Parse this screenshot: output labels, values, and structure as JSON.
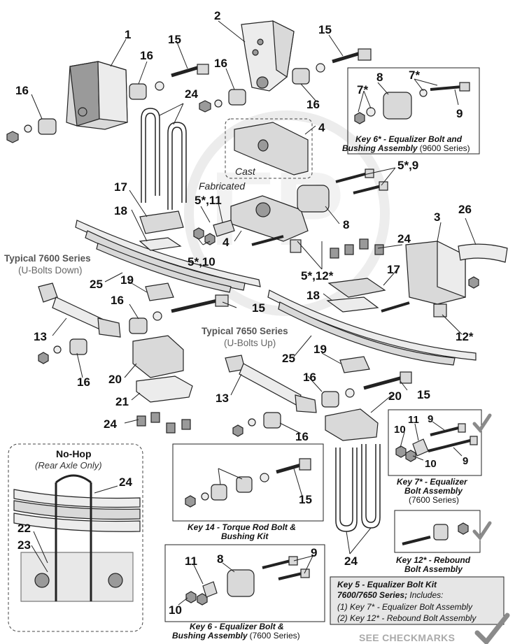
{
  "labels": {
    "n1": "1",
    "n2": "2",
    "n3": "3",
    "n4a": "4",
    "n4b": "4",
    "n15a": "15",
    "n15b": "15",
    "n15c": "15",
    "n15d": "15",
    "n15e": "15",
    "n16a": "16",
    "n16b": "16",
    "n16c": "16",
    "n16d": "16",
    "n16e": "16",
    "n16f": "16",
    "n16g": "16",
    "n16h": "16",
    "n17a": "17",
    "n17b": "17",
    "n18a": "18",
    "n18b": "18",
    "n19a": "19",
    "n19b": "19",
    "n20a": "20",
    "n20b": "20",
    "n21": "21",
    "n22": "22",
    "n23": "23",
    "n24a": "24",
    "n24b": "24",
    "n24c": "24",
    "n24d": "24",
    "n24e": "24",
    "n25a": "25",
    "n25b": "25",
    "n26": "26",
    "n13a": "13",
    "n13b": "13",
    "n8a": "8",
    "n8b": "8",
    "n8c": "8",
    "n9a": "9",
    "n9b": "9",
    "n9c": "9",
    "n9d": "9",
    "n10a": "10",
    "n10b": "10",
    "n10c": "10",
    "n11a": "11",
    "n11b": "11",
    "n7a": "7*",
    "n7b": "7*",
    "n59a": "5*,9",
    "n511": "5*,11",
    "n510": "5*,10",
    "n512": "5*,12*",
    "n12": "12*"
  },
  "captions": {
    "cast": "Cast",
    "fabricated": "Fabricated",
    "series7600_title": "Typical 7600 Series",
    "series7600_sub": "(U-Bolts Down)",
    "series7650_title": "Typical 7650 Series",
    "series7650_sub": "(U-Bolts Up)",
    "nohop_title": "No-Hop",
    "nohop_sub": "(Rear Axle Only)",
    "key6star_bold": "Key 6* - Equalizer Bolt and",
    "key6star_bold2": "Bushing Assembly",
    "key6star_normal": "(9600 Series)",
    "key7_bold": "Key 7* - Equalizer",
    "key7_bold2": "Bolt Assembly",
    "key7_normal": "(7600 Series)",
    "key12_bold": "Key 12* - Rebound",
    "key12_bold2": "Bolt Assembly",
    "key14_bold": "Key 14 - Torque Rod Bolt &",
    "key14_bold2": "Bushing Kit",
    "key6_bold": "Key 6 - Equalizer Bolt &",
    "key6_bold2": "Bushing Assembly",
    "key6_normal": "(7600 Series)",
    "kit_title": "Key 5 - Equalizer Bolt Kit",
    "kit_line2_bold": "7600/7650 Series;",
    "kit_line2_normal": " Includes:",
    "kit_item1": "(1) Key 7* - Equalizer Bolt Assembly",
    "kit_item2": "(2) Key 12* - Rebound Bolt Assembly",
    "see_checkmarks": "SEE CHECKMARKS"
  },
  "colors": {
    "part": "#d9d9d9",
    "part_dark": "#9a9a9a",
    "checkmark": "#8a8a8a",
    "kit_box": "#e6e6e6"
  }
}
